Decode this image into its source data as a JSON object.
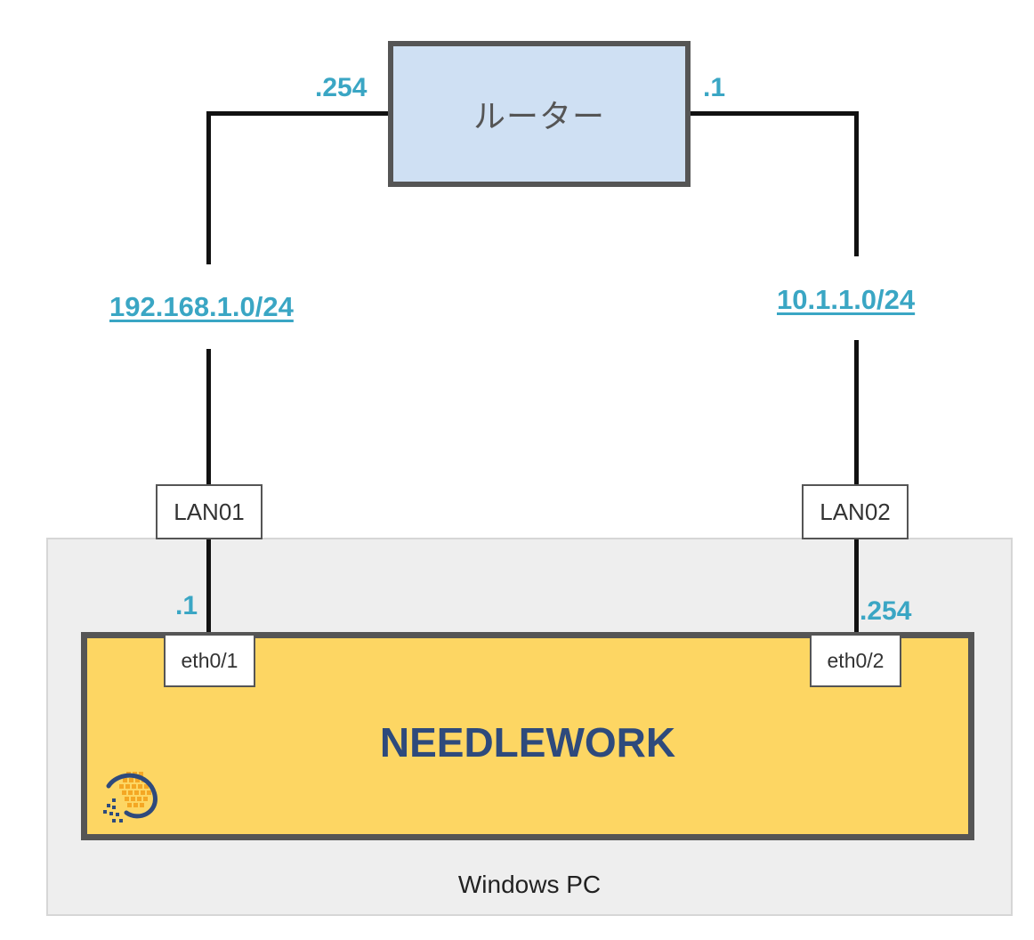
{
  "router": {
    "label": "ルーター"
  },
  "router_ports": {
    "left_ip": ".254",
    "right_ip": ".1"
  },
  "networks": [
    {
      "subnet": "192.168.1.0/24",
      "interface": "LAN01",
      "host_ip": ".1",
      "port": "eth0/1"
    },
    {
      "subnet": "10.1.1.0/24",
      "interface": "LAN02",
      "host_ip": ".254",
      "port": "eth0/2"
    }
  ],
  "host": {
    "label": "Windows PC"
  },
  "appliance": {
    "name": "NEEDLEWORK",
    "logo_icon": "needlework-logo-icon"
  },
  "colors": {
    "accent": "#3aa6c4",
    "router_fill": "#cfe0f3",
    "appliance_fill": "#fdd663",
    "appliance_text": "#2e4a7c",
    "host_fill": "#eeeeee",
    "border": "#555555"
  }
}
